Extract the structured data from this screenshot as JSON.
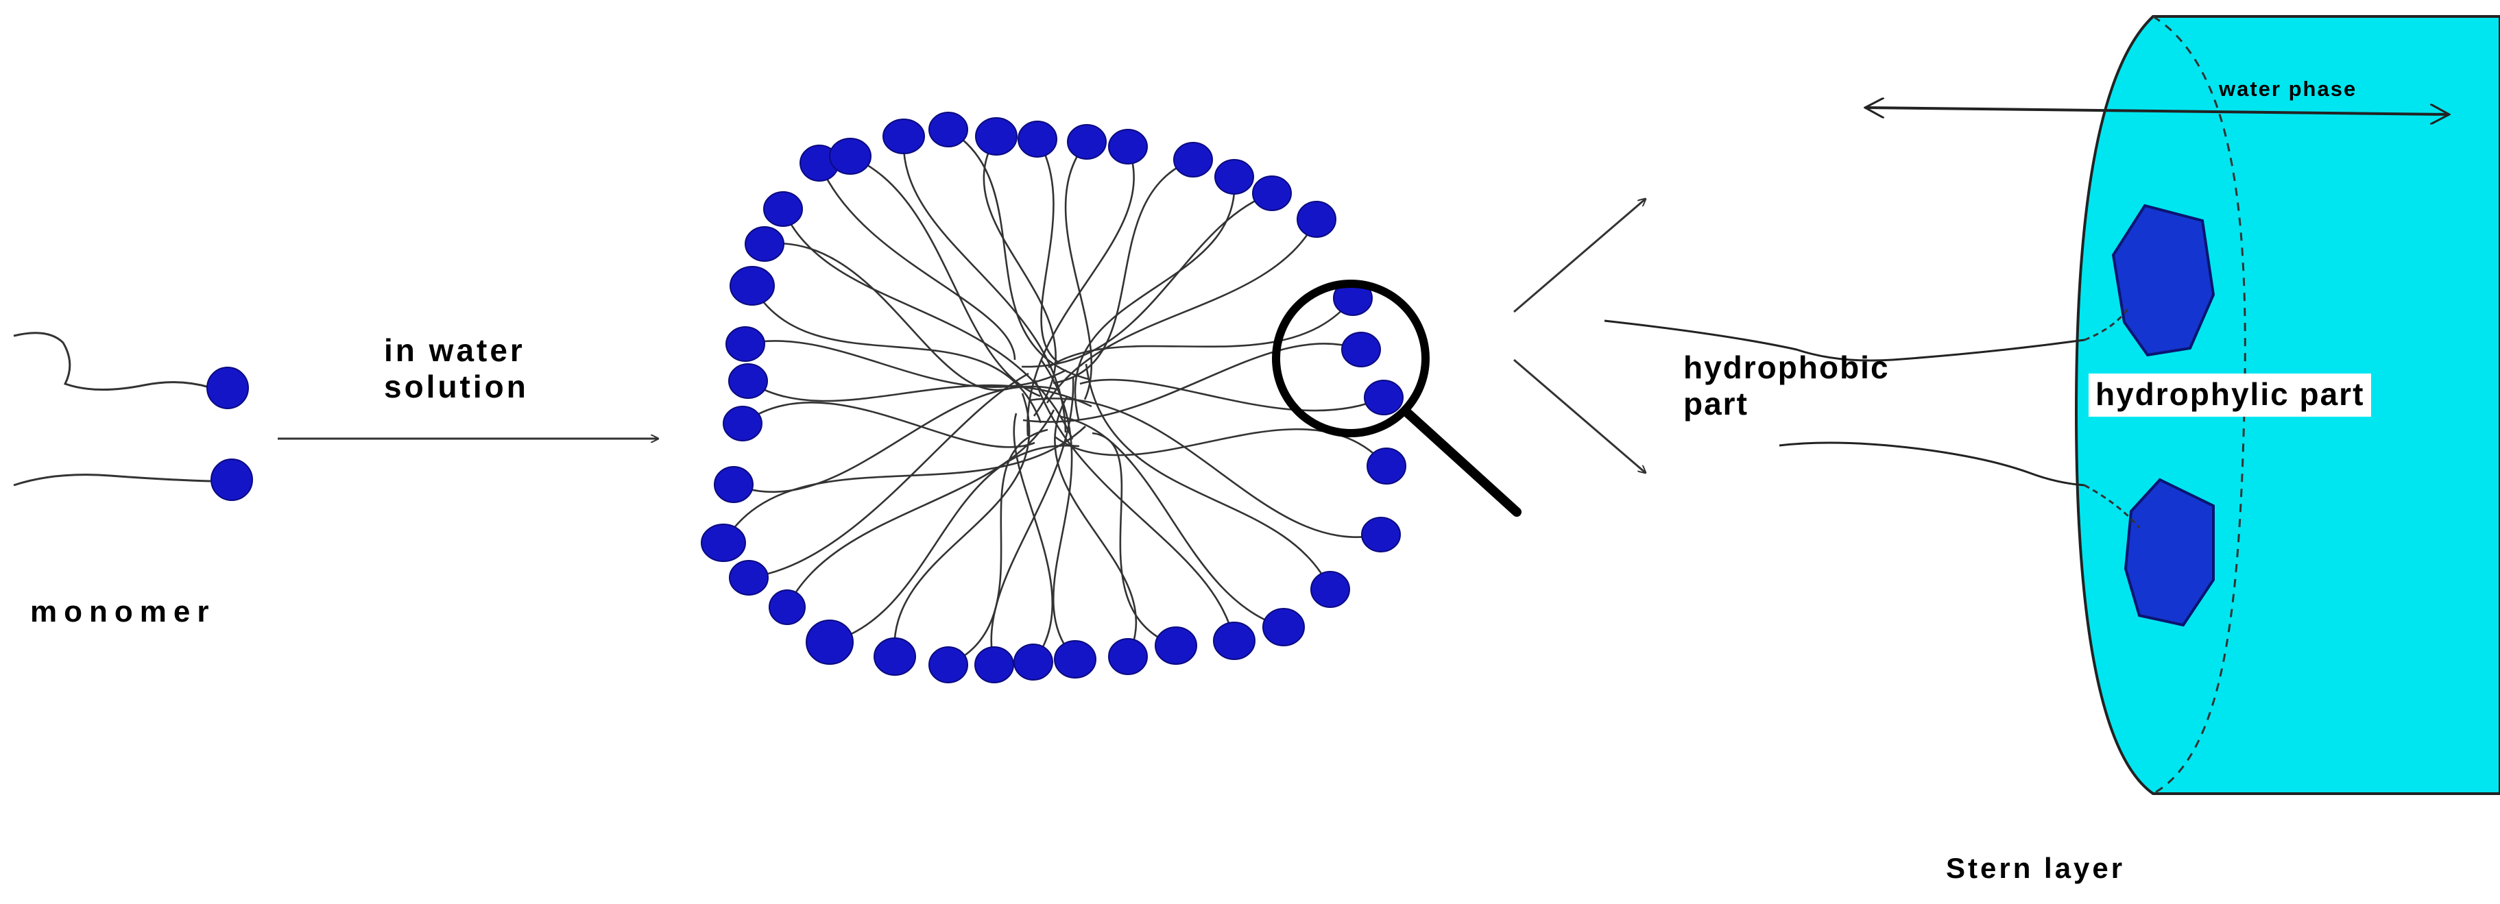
{
  "labels": {
    "monomer": "monomer",
    "in_water_line1": "in water",
    "in_water_line2": "solution",
    "hydrophobic_line1": "hydrophobic",
    "hydrophobic_line2": "part",
    "hydrophylic": "hydrophylic part",
    "water_phase": "water phase",
    "stern_layer": "Stern layer"
  },
  "colors": {
    "head": "#1515c8",
    "head_stroke": "#0a0a80",
    "water": "#00e6f0",
    "tail": "#333333"
  }
}
